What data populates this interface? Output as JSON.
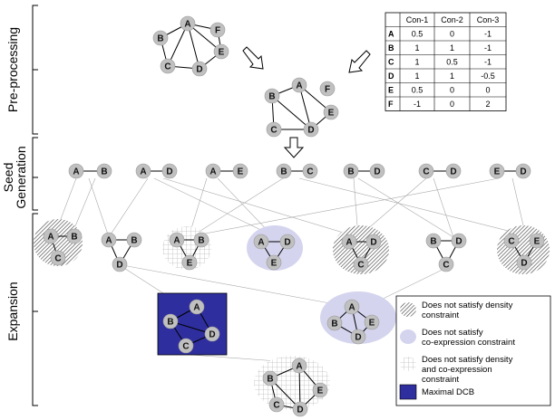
{
  "stages": {
    "preprocessing": "Pre-processing",
    "seed_line1": "Seed",
    "seed_line2": "Generation",
    "expansion": "Expansion"
  },
  "table": {
    "headers": [
      "",
      "Con-1",
      "Con-2",
      "Con-3"
    ],
    "rows": [
      [
        "A",
        "0.5",
        "0",
        "-1"
      ],
      [
        "B",
        "1",
        "1",
        "-1"
      ],
      [
        "C",
        "1",
        "0.5",
        "-1"
      ],
      [
        "D",
        "1",
        "1",
        "-0.5"
      ],
      [
        "E",
        "0.5",
        "0",
        "0"
      ],
      [
        "F",
        "-1",
        "0",
        "2"
      ]
    ]
  },
  "seeds": [
    [
      "A",
      "B"
    ],
    [
      "A",
      "D"
    ],
    [
      "A",
      "E"
    ],
    [
      "B",
      "C"
    ],
    [
      "B",
      "D"
    ],
    [
      "C",
      "D"
    ],
    [
      "E",
      "D"
    ]
  ],
  "legend": {
    "items": [
      {
        "kind": "hatch",
        "text": "Does not satisfy density constraint"
      },
      {
        "kind": "lavender",
        "text": "Does not satisfy co-expression constraint"
      },
      {
        "kind": "grid",
        "text": "Does not satisfy density and co-expression constraint"
      },
      {
        "kind": "blue",
        "text": "Maximal DCB"
      }
    ]
  },
  "colors": {
    "node": "#c0c0c0",
    "lavender": "#d4d4ee",
    "maximal": "#2e2e9e",
    "hatch": "#555555",
    "grid": "#bdbdbd"
  }
}
